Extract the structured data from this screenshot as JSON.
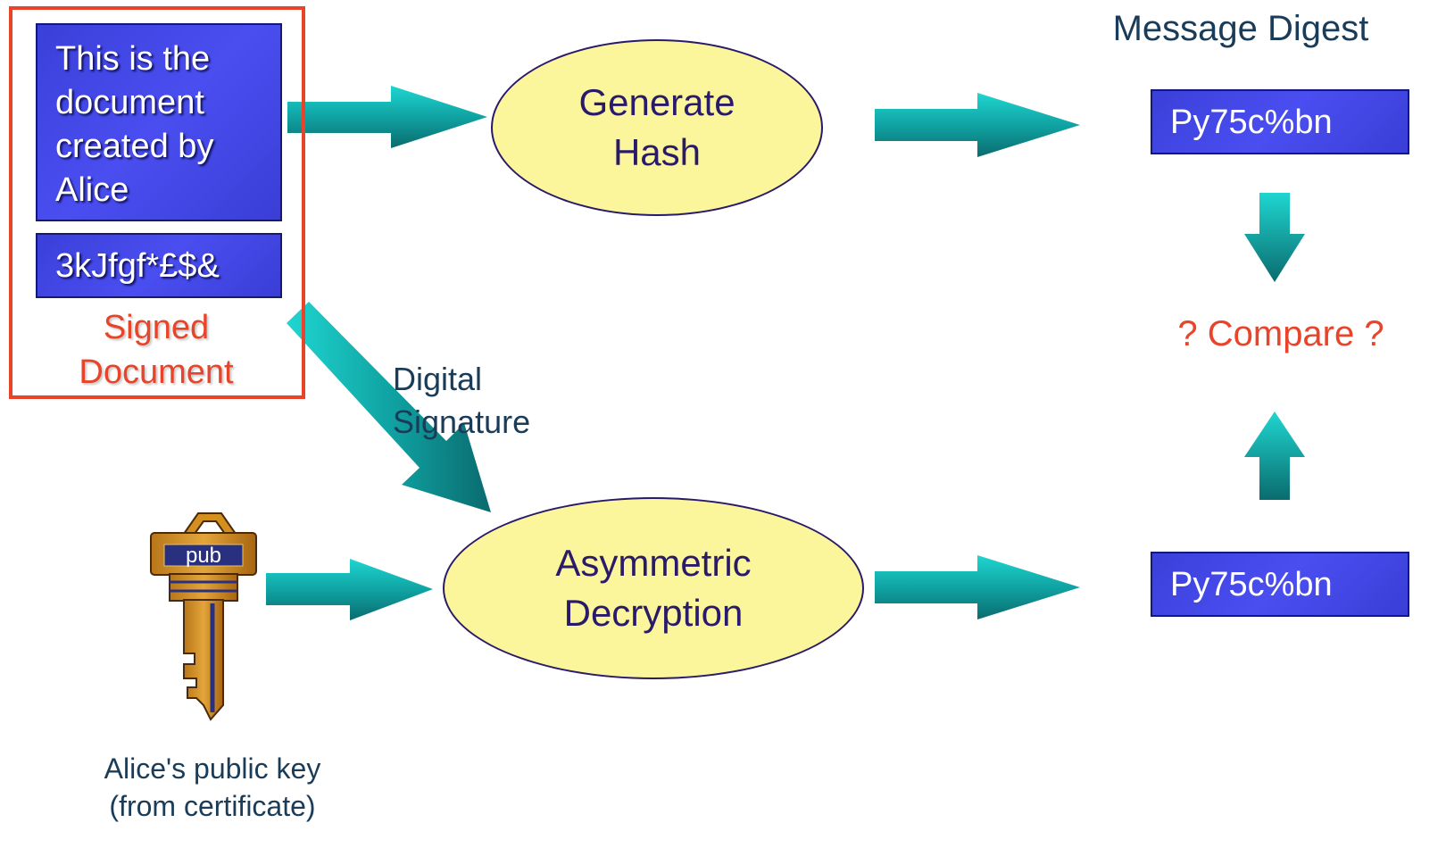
{
  "signed_document": {
    "body_text": "This is the\ndocument\ncreated by\nAlice",
    "signature_text": "3kJfgf*£$&",
    "label": "Signed\nDocument"
  },
  "process": {
    "hash_label": "Generate\nHash",
    "decrypt_label": "Asymmetric\nDecryption"
  },
  "arrow_labels": {
    "digital_signature": "Digital\nSignature"
  },
  "digest": {
    "title": "Message Digest",
    "top_value": "Py75c%bn",
    "bottom_value": "Py75c%bn",
    "compare_label": "? Compare ?"
  },
  "key": {
    "tag": "pub",
    "caption": "Alice's public key\n(from certificate)"
  },
  "colors": {
    "accent_red": "#e8442a",
    "box_blue": "#4a4ef0",
    "ellipse_fill": "#fbf59c",
    "arrow_teal": "#12a8a8",
    "key_gold": "#d4901e"
  }
}
